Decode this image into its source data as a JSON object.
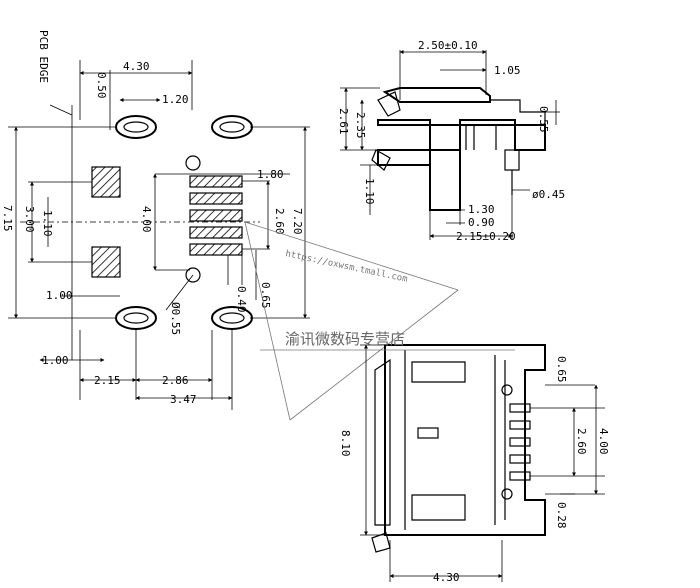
{
  "footprint": {
    "edge_label": "PCB EDGE",
    "dims": {
      "top_width": "4.30",
      "pad_small": "0.50",
      "pad_pitch": "1.20",
      "pin_length": "1.80",
      "total_height": "7.15",
      "inner_height": "3.00",
      "mid_gap": "1.10",
      "pin_span": "4.00",
      "pin_pitch": "2.60",
      "height_right": "7.20",
      "hole_dia": "Ø0.55",
      "pin_width": "0.40",
      "pin_gap": "0.65",
      "left_margin": "1.00",
      "left_margin_bottom": "1.00",
      "x1": "2.15",
      "x2": "2.86",
      "x3": "3.47"
    }
  },
  "side_view": {
    "dims": {
      "top": "2.50±0.10",
      "top_small": "1.05",
      "h1": "2.61",
      "h2": "2.35",
      "h3": "0.55",
      "lead": "1.10",
      "lead_dia": "ø0.45",
      "b1": "1.30",
      "b2": "0.90",
      "b3": "2.15±0.20"
    }
  },
  "bottom_view": {
    "dims": {
      "height": "8.10",
      "pin_gap": "0.65",
      "span": "4.00",
      "pitch": "2.60",
      "offset": "0.28",
      "width": "4.30"
    }
  },
  "watermark": {
    "url": "https://oxwsm.tmall.com",
    "store": "渝讯微数码专营店"
  }
}
